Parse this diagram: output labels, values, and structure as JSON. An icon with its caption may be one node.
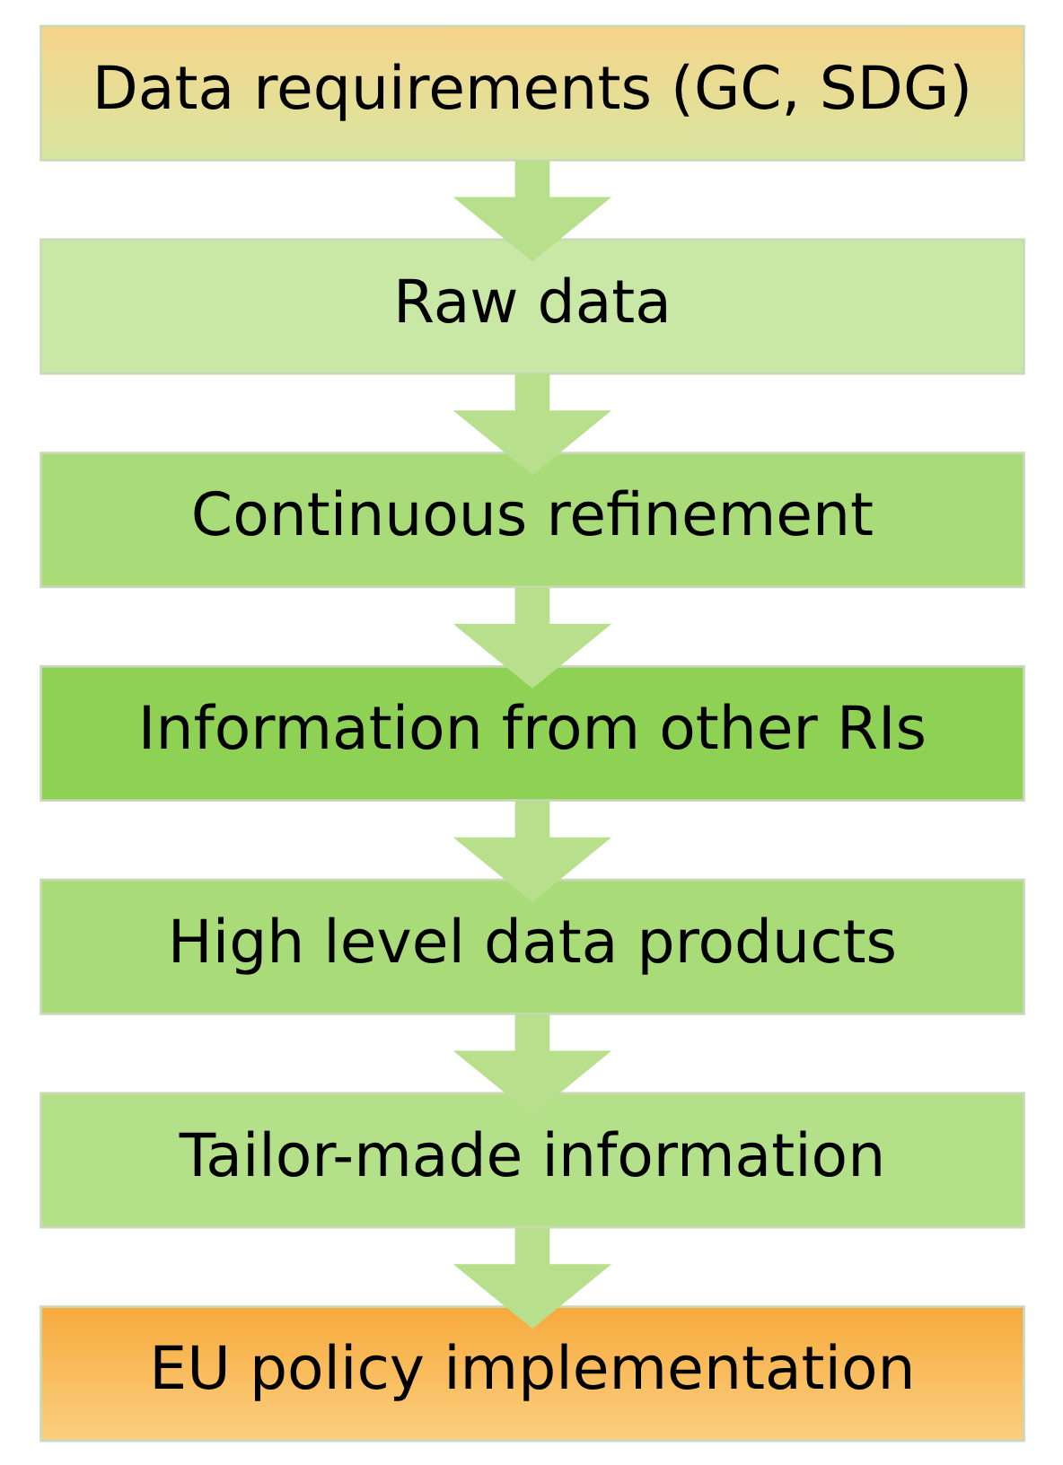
{
  "diagram": {
    "nodes": [
      {
        "text": [
          "Data requirements (GC, SDG)"
        ]
      },
      {
        "text": [
          "Raw data"
        ]
      },
      {
        "text": [
          "Continuous refinement"
        ]
      },
      {
        "text": [
          "Information from other RIs"
        ]
      },
      {
        "text": [
          "High level data products"
        ]
      },
      {
        "text": [
          "Tailor-made information"
        ]
      },
      {
        "text": [
          "EU policy implementation"
        ]
      }
    ],
    "edges": [
      {
        "from": 0,
        "to": 1,
        "arrow": "to"
      },
      {
        "from": 1,
        "to": 2,
        "arrow": "to"
      },
      {
        "from": 2,
        "to": 3,
        "arrow": "to"
      },
      {
        "from": 3,
        "to": 4,
        "arrow": "to"
      },
      {
        "from": 4,
        "to": 5,
        "arrow": "to"
      },
      {
        "from": 5,
        "to": 6,
        "arrow": "to"
      }
    ]
  }
}
